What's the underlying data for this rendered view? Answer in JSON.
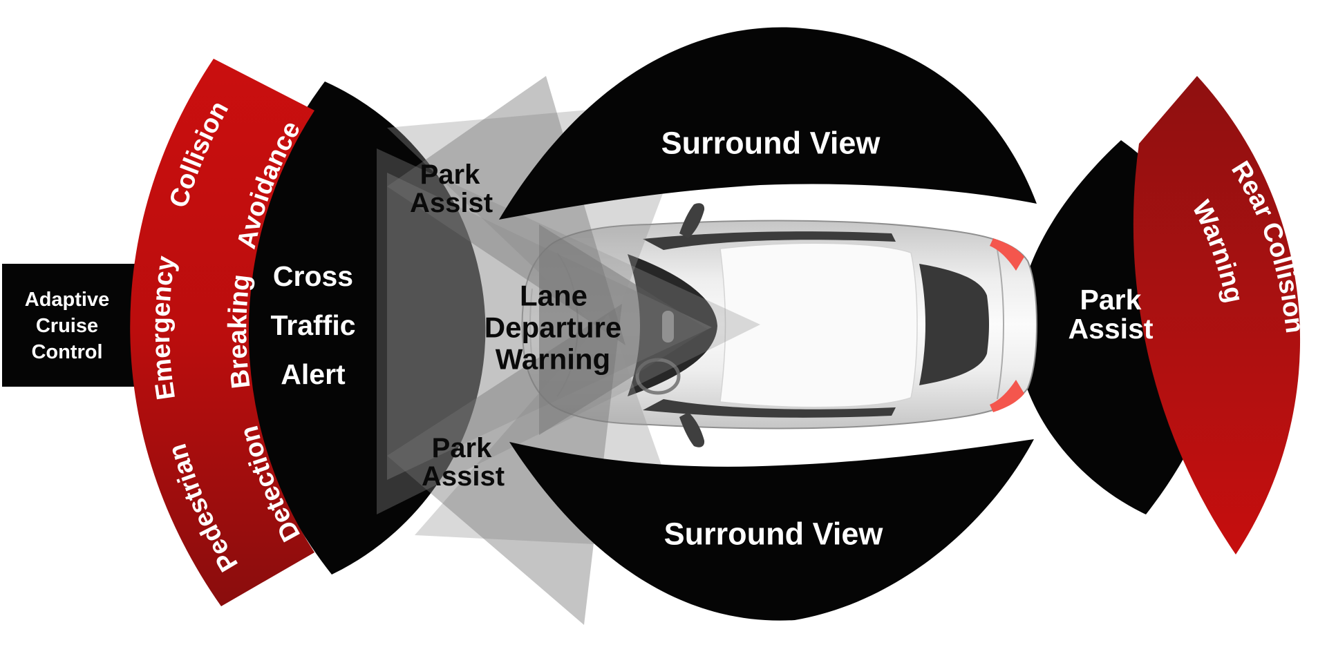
{
  "diagram": {
    "title": "Car ADAS sensor coverage diagram",
    "colors": {
      "background": "#ffffff",
      "zone_black": "#050505",
      "alert_red_bright": "#c50e0e",
      "alert_red_dark": "#8a0d0d",
      "cone_gray": "#9a9a9a",
      "car_body_light": "#f5f5f5",
      "car_body_shade": "#c9c9c9",
      "window_dark": "#2b2b2b",
      "taillight_red": "#f4564d",
      "label_white": "#ffffff",
      "label_black": "#0a0a0a"
    },
    "zones": {
      "adaptive_cruise_control": {
        "lines": [
          "Adaptive",
          "Cruise",
          "Control"
        ]
      },
      "collision_avoidance": {
        "words": [
          "Collision",
          "Avoidance"
        ]
      },
      "emergency_breaking": {
        "words": [
          "Emergency",
          "Breaking"
        ]
      },
      "pedestrian_detection": {
        "words": [
          "Pedestrian",
          "Detection"
        ]
      },
      "cross_traffic_alert": {
        "lines": [
          "Cross",
          "Traffic",
          "Alert"
        ]
      },
      "park_assist_front_top": {
        "lines": [
          "Park",
          "Assist"
        ]
      },
      "park_assist_front_bottom": {
        "lines": [
          "Park",
          "Assist"
        ]
      },
      "lane_departure_warning": {
        "lines": [
          "Lane",
          "Departure",
          "Warning"
        ]
      },
      "surround_view_top": {
        "label": "Surround View"
      },
      "surround_view_bottom": {
        "label": "Surround View"
      },
      "park_assist_rear": {
        "lines": [
          "Park",
          "Assist"
        ]
      },
      "rear_collision_warning": {
        "lines": [
          "Rear Collision",
          "Warning"
        ]
      }
    }
  }
}
